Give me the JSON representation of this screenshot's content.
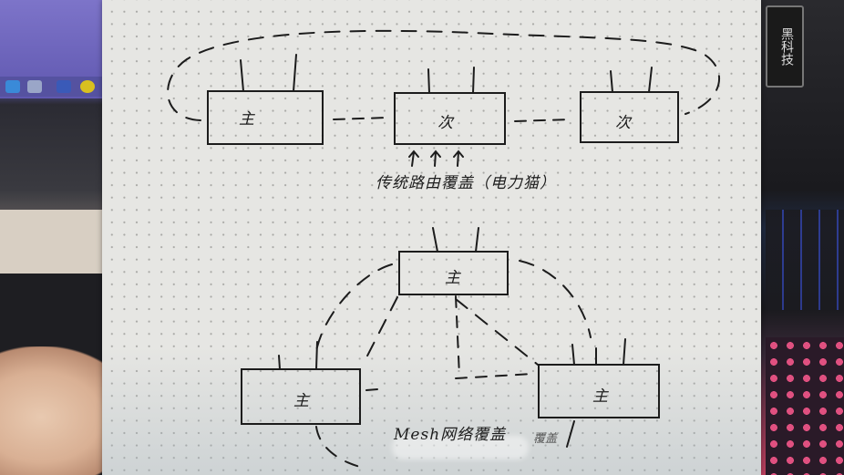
{
  "scene": {
    "description": "Photo of a hand-drawn network diagram on dotted notebook paper held in a hand, with a purple monitor and keyboard in the background",
    "background_left": {
      "monitor_color": "#6b62b8",
      "taskbar_icons": [
        "ie-icon",
        "folder-icon",
        "app-icon",
        "green-app-icon"
      ]
    },
    "background_right": {
      "sign_text": "黑科技"
    }
  },
  "diagram": {
    "top": {
      "nodes": [
        {
          "label": "主"
        },
        {
          "label": "次"
        },
        {
          "label": "次"
        }
      ],
      "caption": "传统路由覆盖（电力猫）"
    },
    "bottom": {
      "nodes": [
        {
          "label": "主"
        },
        {
          "label": "主"
        },
        {
          "label": "主"
        }
      ],
      "caption": "Mesh网络覆盖",
      "caption_smudged": "覆盖"
    }
  }
}
